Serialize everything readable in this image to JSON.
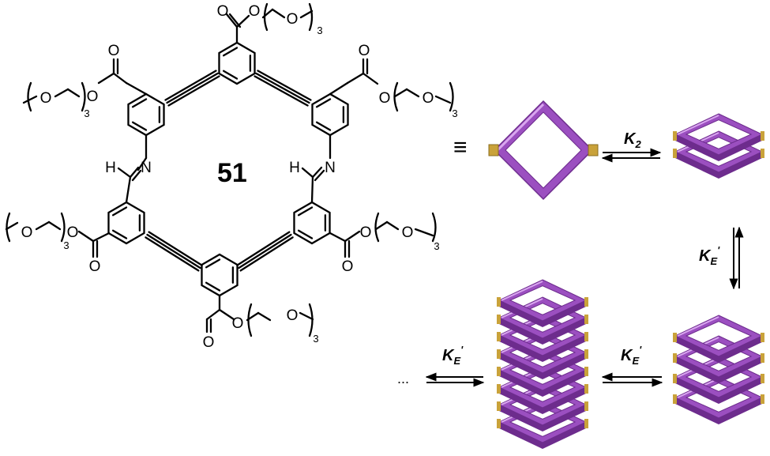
{
  "compound": {
    "label": "51"
  },
  "atoms": {
    "oxygen": "O",
    "nitrogen": "N",
    "hydrogen": "H"
  },
  "repeat_count": "3",
  "equivalence_symbol": "≡",
  "equilibria": {
    "dimerization": {
      "main": "K",
      "sub": "2"
    },
    "elongation": {
      "main": "K",
      "sub": "E",
      "prime": "'"
    }
  },
  "continuation": "...",
  "colors": {
    "macrocycle": "#9b4fc0",
    "macrocycle_dark": "#6d2c8d",
    "macrocycle_light": "#d9a6ef",
    "linker": "#c9a23a"
  },
  "assemblies": {
    "monomer_layers": 1,
    "dimer_layers": 2,
    "trimer_layers": 4,
    "oligomer_layers": 8
  }
}
